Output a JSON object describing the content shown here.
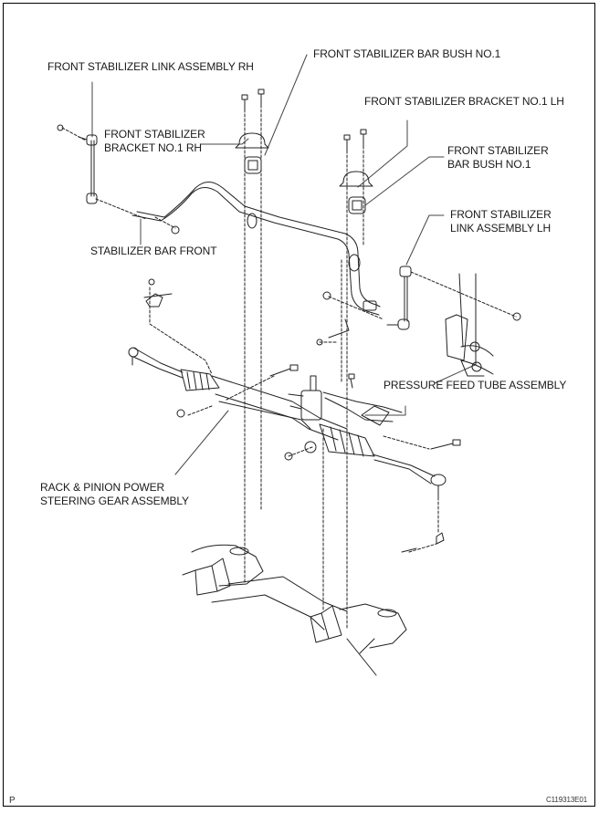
{
  "figure": {
    "labels": {
      "link_rh": "FRONT STABILIZER LINK ASSEMBLY RH",
      "bush_top": "FRONT STABILIZER BAR BUSH NO.1",
      "bracket_rh_1": "FRONT STABILIZER",
      "bracket_rh_2": "BRACKET NO.1 RH",
      "bracket_lh": "FRONT STABILIZER BRACKET NO.1 LH",
      "bush_lh_1": "FRONT STABILIZER",
      "bush_lh_2": "BAR BUSH NO.1",
      "link_lh_1": "FRONT STABILIZER",
      "link_lh_2": "LINK ASSEMBLY LH",
      "stab_bar": "STABILIZER BAR FRONT",
      "pressure_tube": "PRESSURE FEED TUBE ASSEMBLY",
      "rack_1": "RACK & PINION POWER",
      "rack_2": "STEERING GEAR ASSEMBLY"
    },
    "corner_mark": "P",
    "figure_id": "C119313E01"
  }
}
